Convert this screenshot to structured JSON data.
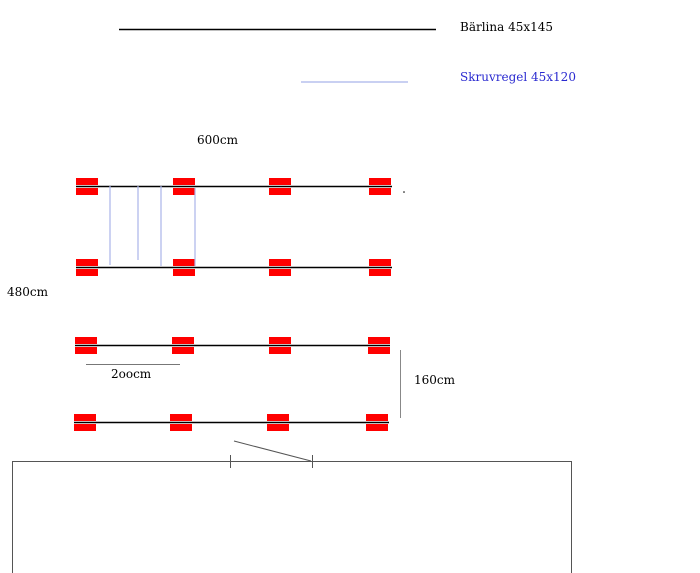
{
  "legend": {
    "beam_label": "Bärlina 45x145",
    "screw_label": "Skruvregel 45x120"
  },
  "dimensions": {
    "width_label": "600cm",
    "depth_label": "480cm",
    "span_label": "2oocm",
    "gap_label": "160cm"
  },
  "colors": {
    "beam": "#000000",
    "screw": "#a9b4ea",
    "footing": "#ff0000",
    "legend_screw_text": "#2a2ad0",
    "outline": "#555555"
  },
  "layout": {
    "beam_rows": 4,
    "footings_per_row": 4
  }
}
